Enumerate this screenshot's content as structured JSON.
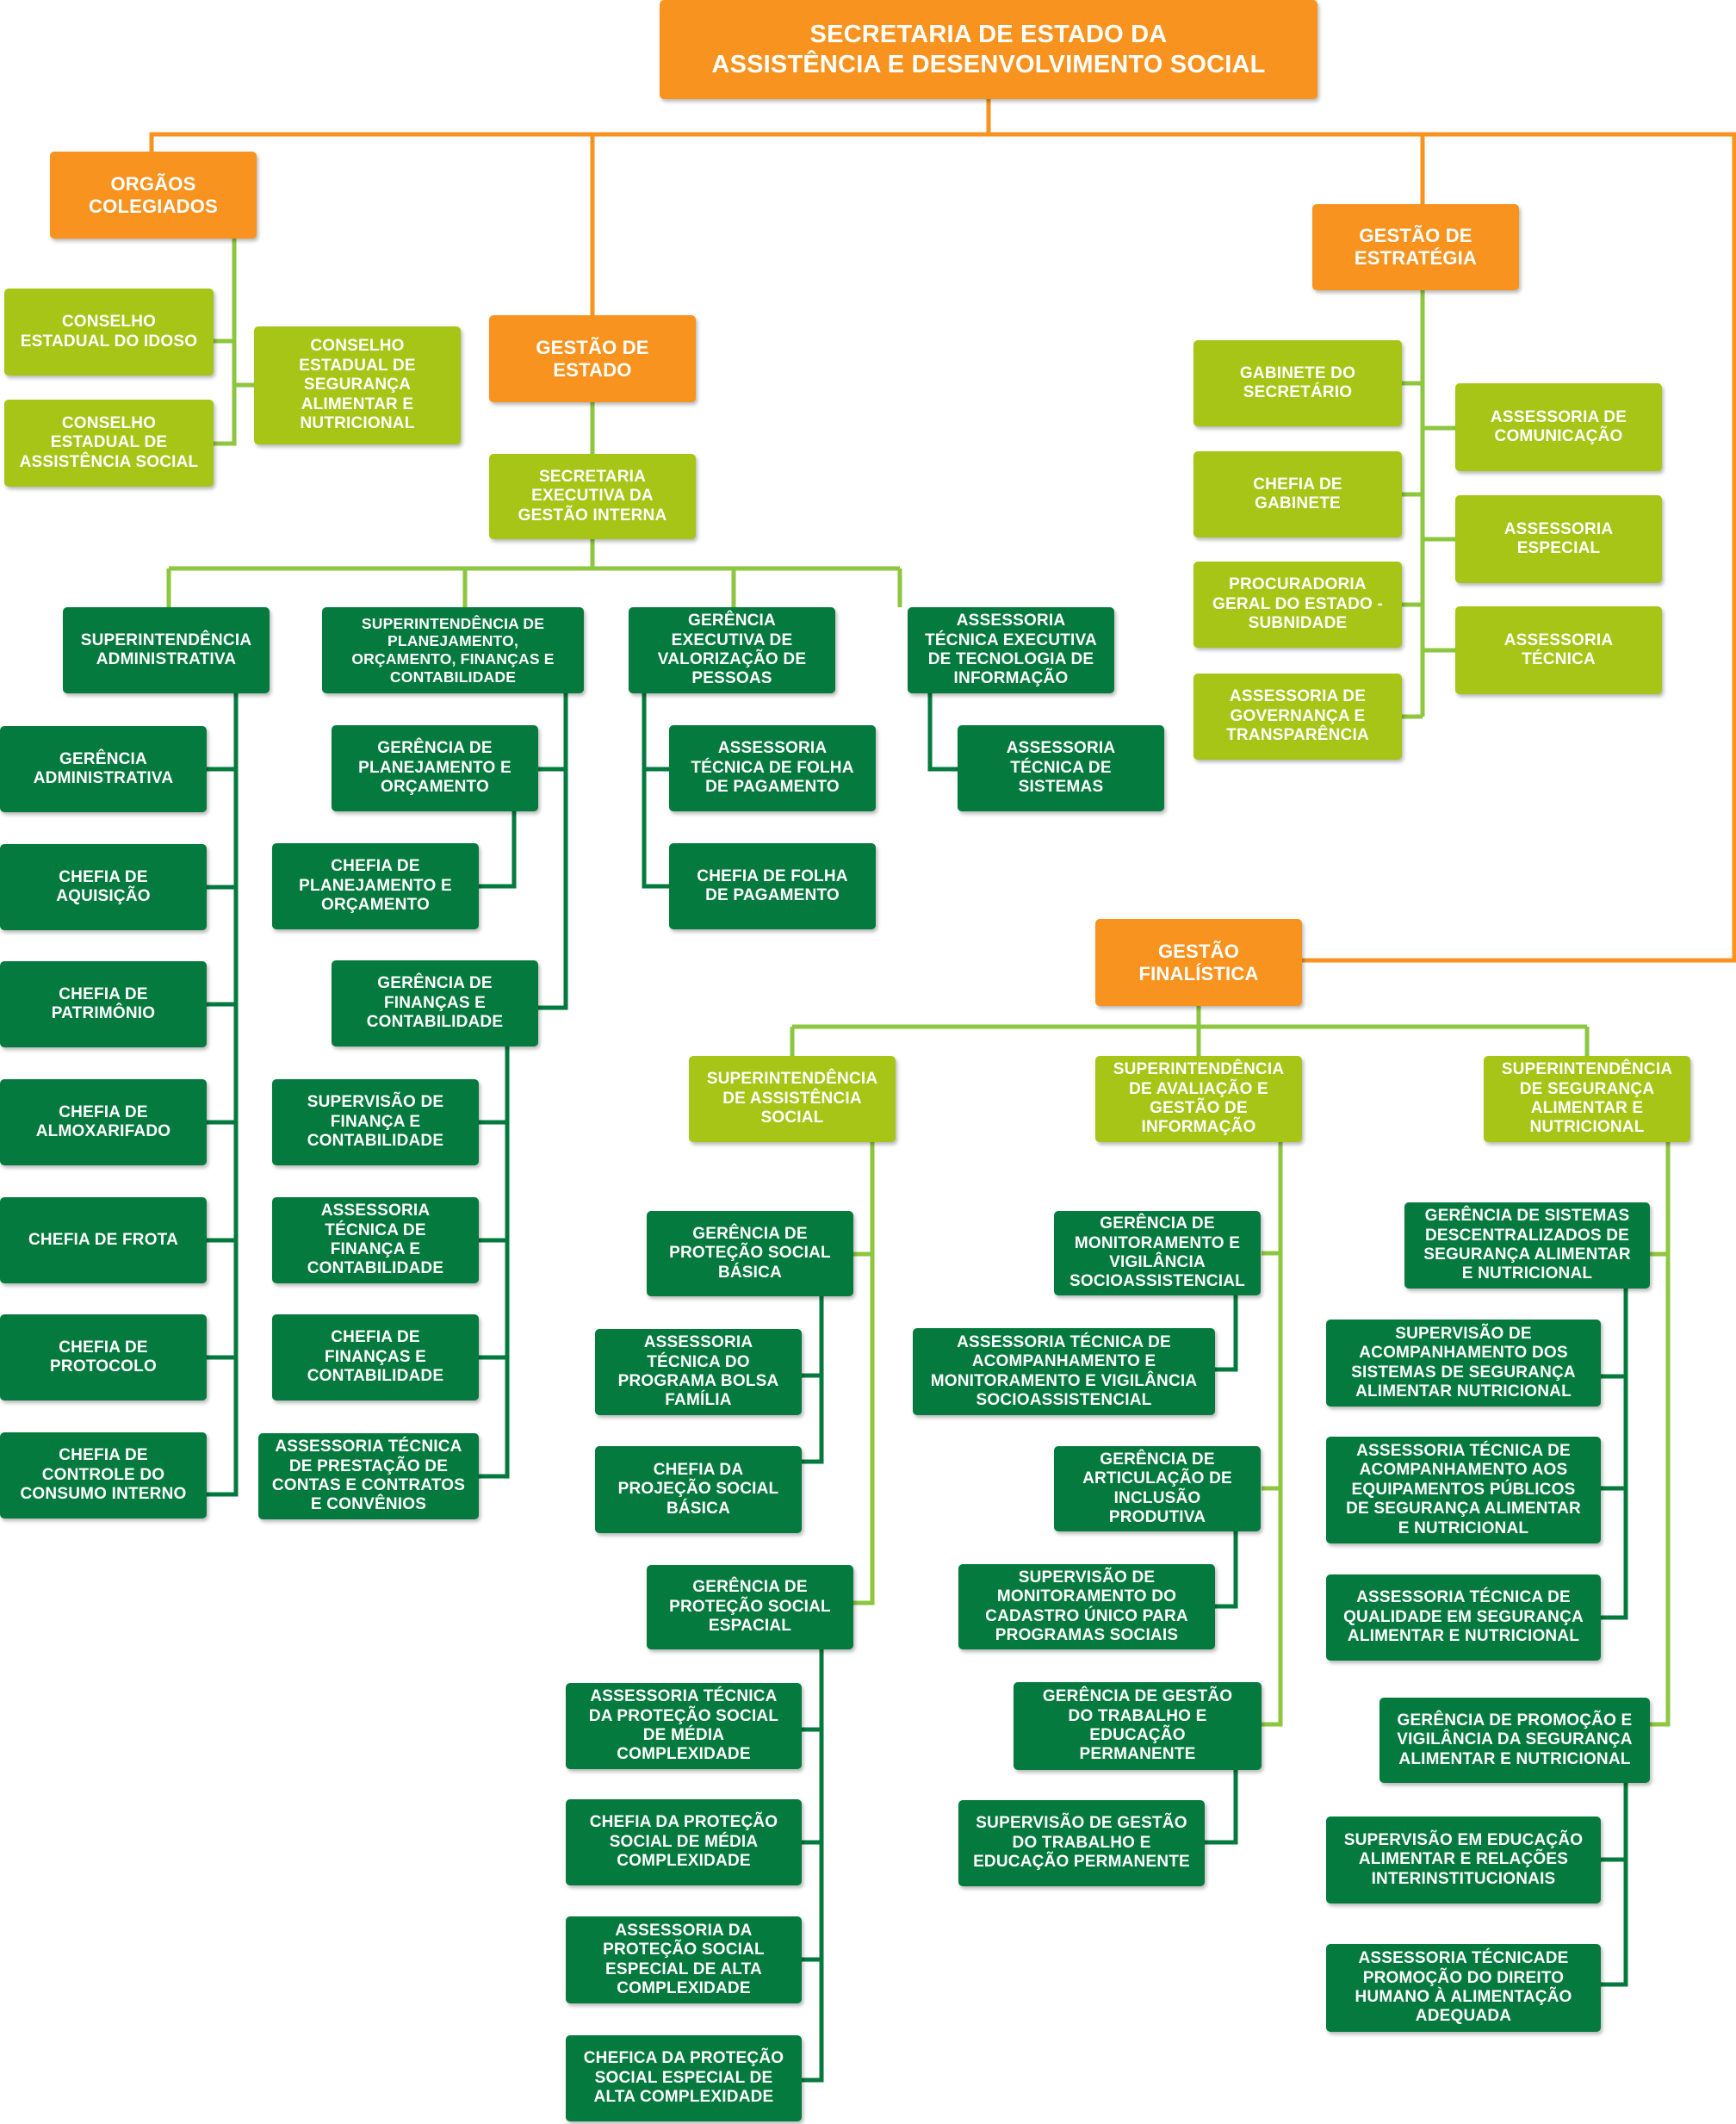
{
  "colors": {
    "orange": "#f7931e",
    "lime": "#a6c516",
    "green": "#047a3e",
    "line_orange": "#f7931e",
    "line_lime": "#8dc63f",
    "line_green": "#047a3e"
  },
  "root": "SECRETARIA DE ESTADO DA\nASSISTÊNCIA E DESENVOLVIMENTO SOCIAL",
  "orgaos": {
    "title": "ORGÃOS\nCOLEGIADOS",
    "idoso": "CONSELHO\nESTADUAL DO IDOSO",
    "assistencia": "CONSELHO\nESTADUAL DE\nASSISTÊNCIA SOCIAL",
    "seguranca": "CONSELHO\nESTADUAL DE\nSEGURANÇA\nALIMENTAR E\nNUTRICIONAL"
  },
  "estado": {
    "title": "GESTÃO DE\nESTADO",
    "secretaria": "SECRETARIA\nEXECUTIVA DA\nGESTÃO INTERNA",
    "sup_adm": {
      "title": "SUPERINTENDÊNCIA\nADMINISTRATIVA",
      "items": [
        "GERÊNCIA\nADMINISTRATIVA",
        "CHEFIA DE\nAQUISIÇÃO",
        "CHEFIA DE\nPATRIMÔNIO",
        "CHEFIA DE\nALMOXARIFADO",
        "CHEFIA DE FROTA",
        "CHEFIA DE\nPROTOCOLO",
        "CHEFIA DE\nCONTROLE DO\nCONSUMO INTERNO"
      ]
    },
    "sup_plan": {
      "title": "SUPERINTENDÊNCIA  DE\nPLANEJAMENTO,\nORÇAMENTO, FINANÇAS E\nCONTABILIDADE",
      "ger_plan": "GERÊNCIA DE\nPLANEJAMENTO E\nORÇAMENTO",
      "chefia_plan": "CHEFIA DE\nPLANEJAMENTO E\nORÇAMENTO",
      "ger_fin": "GERÊNCIA DE\nFINANÇAS E\nCONTABILIDADE",
      "fin_items": [
        "SUPERVISÃO DE\nFINANÇA E\nCONTABILIDADE",
        "ASSESSORIA\nTÉCNICA DE\nFINANÇA E\nCONTABILIDADE",
        "CHEFIA DE\nFINANÇAS E\nCONTABILIDADE",
        "ASSESSORIA TÉCNICA\nDE PRESTAÇÃO DE\nCONTAS E CONTRATOS\nE CONVÊNIOS"
      ]
    },
    "ger_pessoas": {
      "title": "GERÊNCIA\nEXECUTIVA DE\nVALORIZAÇÃO DE\nPESSOAS",
      "items": [
        "ASSESSORIA\nTÉCNICA DE FOLHA\nDE PAGAMENTO",
        "CHEFIA DE FOLHA\nDE PAGAMENTO"
      ]
    },
    "ass_ti": {
      "title": "ASSESSORIA\nTÉCNICA EXECUTIVA\nDE TECNOLOGIA DE\nINFORMAÇÃO",
      "items": [
        "ASSESSORIA\nTÉCNICA DE\nSISTEMAS"
      ]
    }
  },
  "estrategia": {
    "title": "GESTÃO DE\nESTRATÉGIA",
    "left": [
      "GABINETE DO\nSECRETÁRIO",
      "CHEFIA DE\nGABINETE",
      "PROCURADORIA\nGERAL DO ESTADO -\nSUBNIDADE",
      "ASSESSORIA DE\nGOVERNANÇA E\nTRANSPARÊNCIA"
    ],
    "right": [
      "ASSESSORIA DE\nCOMUNICAÇÃO",
      "ASSESSORIA\nESPECIAL",
      "ASSESSORIA\nTÉCNICA"
    ]
  },
  "finalistica": {
    "title": "GESTÃO\nFINALÍSTICA",
    "sup_as": {
      "title": "SUPERINTENDÊNCIA\nDE ASSISTÊNCIA\nSOCIAL",
      "ger_basica": "GERÊNCIA DE\nPROTEÇÃO SOCIAL\nBÁSICA",
      "basica_items": [
        "ASSESSORIA\nTÉCNICA DO\nPROGRAMA BOLSA\nFAMÍLIA",
        "CHEFIA DA\nPROJEÇÃO SOCIAL\nBÁSICA"
      ],
      "ger_especial": "GERÊNCIA DE\nPROTEÇÃO SOCIAL\nESPACIAL",
      "especial_items": [
        "ASSESSORIA TÉCNICA\nDA PROTEÇÃO SOCIAL\nDE MÉDIA\nCOMPLEXIDADE",
        "CHEFIA DA PROTEÇÃO\nSOCIAL DE MÉDIA\nCOMPLEXIDADE",
        "ASSESSORIA DA\nPROTEÇÃO SOCIAL\nESPECIAL DE ALTA\nCOMPLEXIDADE",
        "CHEFICA DA PROTEÇÃO\nSOCIAL ESPECIAL DE\nALTA COMPLEXIDADE"
      ]
    },
    "sup_av": {
      "title": "SUPERINTENDÊNCIA\nDE AVALIAÇÃO E\nGESTÃO DE\nINFORMAÇÃO",
      "ger_monit": "GERÊNCIA DE\nMONITORAMENTO E\nVIGILÂNCIA\nSOCIOASSISTENCIAL",
      "ass_acomp": "ASSESSORIA TÉCNICA DE\nACOMPANHAMENTO E\nMONITORAMENTO E VIGILÂNCIA\nSOCIOASSISTENCIAL",
      "ger_artic": "GERÊNCIA DE\nARTICULAÇÃO DE\nINCLUSÃO\nPRODUTIVA",
      "sup_cad": "SUPERVISÃO DE\nMONITORAMENTO DO\nCADASTRO ÚNICO PARA\nPROGRAMAS SOCIAIS",
      "ger_trab": "GERÊNCIA DE GESTÃO\nDO TRABALHO E\nEDUCAÇÃO\nPERMANENTE",
      "sup_trab": "SUPERVISÃO DE GESTÃO\nDO TRABALHO E\nEDUCAÇÃO PERMANENTE"
    },
    "sup_san": {
      "title": "SUPERINTENDÊNCIA\nDE SEGURANÇA\nALIMENTAR E\nNUTRICIONAL",
      "ger_sist": "GERÊNCIA DE SISTEMAS\nDESCENTRALIZADOS DE\nSEGURANÇA ALIMENTAR\nE NUTRICIONAL",
      "sist_items": [
        "SUPERVISÃO DE\nACOMPANHAMENTO DOS\nSISTEMAS DE SEGURANÇA\nALIMENTAR NUTRICIONAL",
        "ASSESSORIA TÉCNICA DE\nACOMPANHAMENTO AOS\nEQUIPAMENTOS PÚBLICOS\nDE SEGURANÇA ALIMENTAR\nE NUTRICIONAL",
        "ASSESSORIA TÉCNICA DE\nQUALIDADE EM SEGURANÇA\nALIMENTAR E NUTRICIONAL"
      ],
      "ger_prom": "GERÊNCIA DE PROMOÇÃO E\nVIGILÂNCIA DA SEGURANÇA\nALIMENTAR E NUTRICIONAL",
      "prom_items": [
        "SUPERVISÃO EM EDUCAÇÃO\nALIMENTAR E RELAÇÕES\nINTERINSTITUCIONAIS",
        "ASSESSORIA TÉCNICADE\nPROMOÇÃO DO DIREITO\nHUMANO À ALIMENTAÇÃO\nADEQUADA"
      ]
    }
  }
}
